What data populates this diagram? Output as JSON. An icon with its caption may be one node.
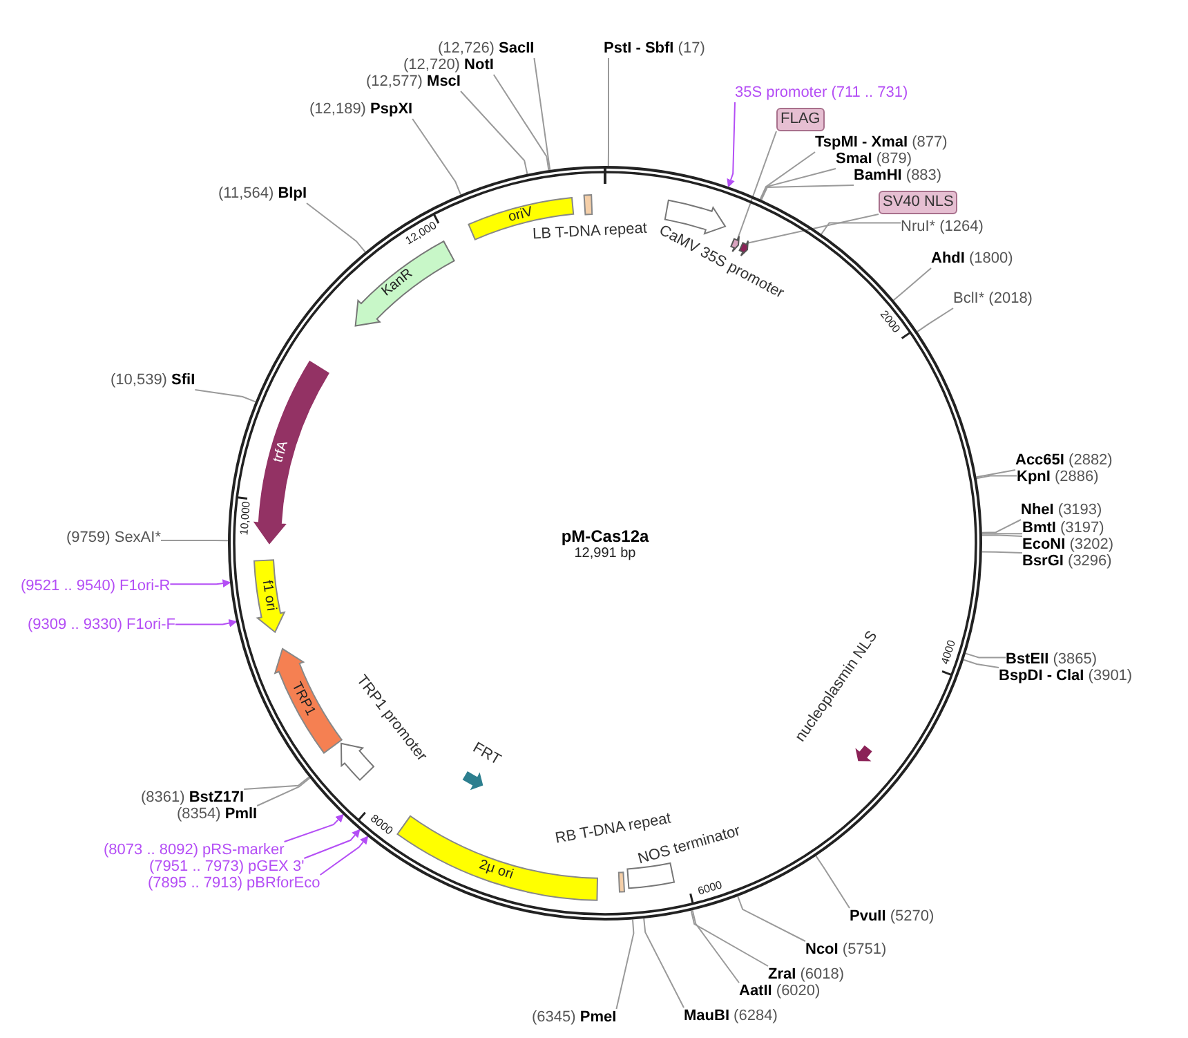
{
  "diagram": {
    "nodes": [
      {
        "text": [
          "pM-Cas12a",
          "12,991 bp"
        ]
      },
      {
        "text": [
          "oriV"
        ],
        "in": 0
      },
      {
        "text": [
          "LB T-DNA repeat"
        ],
        "in": 0
      },
      {
        "text": [
          "CaMV 35S promoter"
        ],
        "in": 0
      },
      {
        "text": [],
        "shape": "arrow",
        "in": 0
      },
      {
        "text": [],
        "shape": "arrow",
        "in": 0
      },
      {
        "text": [
          "KanR"
        ],
        "in": 0
      },
      {
        "text": [
          "trfA"
        ],
        "in": 0
      },
      {
        "text": [
          "f1 ori"
        ],
        "in": 0
      },
      {
        "text": [
          "TRP1"
        ],
        "in": 0
      },
      {
        "text": [
          "TRP1 promoter"
        ],
        "in": 0
      },
      {
        "text": [
          "FRT"
        ],
        "in": 0
      },
      {
        "text": [
          "2μ ori"
        ],
        "in": 0
      },
      {
        "text": [
          "RB T-DNA repeat"
        ],
        "in": 0
      },
      {
        "text": [
          "NOS terminator"
        ],
        "in": 0
      },
      {
        "text": [
          "nucleoplasmin NLS"
        ],
        "in": 0
      },
      {
        "text": [
          "FLAG"
        ]
      },
      {
        "text": [
          "SV40 NLS"
        ]
      },
      {
        "text": [
          "(12,726) **SacII**"
        ]
      },
      {
        "text": [
          "(12,720) **NotI**"
        ]
      },
      {
        "text": [
          "(12,577) **MscI**"
        ]
      },
      {
        "text": [
          "(12,189) **PspXI**"
        ]
      },
      {
        "text": [
          "**PstI - SbfI** (17)"
        ]
      },
      {
        "text": [
          "35S promoter (711 .. 731)"
        ]
      },
      {
        "text": [
          "**TspMI - XmaI** (877)"
        ]
      },
      {
        "text": [
          "**SmaI** (879)"
        ]
      },
      {
        "text": [
          "**BamHI** (883)"
        ]
      },
      {
        "text": [
          "NruI* (1264)"
        ]
      },
      {
        "text": [
          "**AhdI** (1800)"
        ]
      },
      {
        "text": [
          "BclI* (2018)"
        ]
      },
      {
        "text": [
          "(11,564) **BlpI**"
        ]
      },
      {
        "text": [
          "(10,539) **SfiI**"
        ]
      },
      {
        "text": [
          "**Acc65I** (2882)"
        ]
      },
      {
        "text": [
          "**KpnI** (2886)"
        ]
      },
      {
        "text": [
          "**NheI** (3193)"
        ]
      },
      {
        "text": [
          "**BmtI** (3197)"
        ]
      },
      {
        "text": [
          "**EcoNI** (3202)"
        ]
      },
      {
        "text": [
          "**BsrGI** (3296)"
        ]
      },
      {
        "text": [
          "(9759) SexAI*"
        ]
      },
      {
        "text": [
          "(9521 .. 9540) F1ori-R"
        ]
      },
      {
        "text": [
          "(9309 .. 9330) F1ori-F"
        ]
      },
      {
        "text": [
          "**BstEII** (3865)"
        ]
      },
      {
        "text": [
          "**BspDI - ClaI** (3901)"
        ]
      },
      {
        "text": [
          "(8361) **BstZ17I**"
        ]
      },
      {
        "text": [
          "(8354) **PmlI**"
        ]
      },
      {
        "text": [
          "(8073 .. 8092) pRS-marker"
        ]
      },
      {
        "text": [
          "(7951 .. 7973) pGEX 3'"
        ]
      },
      {
        "text": [
          "(7895 .. 7913) pBRforEco"
        ]
      },
      {
        "text": [
          "**PvuII** (5270)"
        ]
      },
      {
        "text": [
          "**NcoI** (5751)"
        ]
      },
      {
        "text": [
          "**ZraI** (6018)"
        ]
      },
      {
        "text": [
          "**AatII** (6020)"
        ]
      },
      {
        "text": [
          "(6345) **PmeI**"
        ]
      },
      {
        "text": [
          "**MauBI** (6284)"
        ]
      }
    ],
    "edges": [
      {
        "from": 16,
        "to": 4,
        "arrow": "none"
      },
      {
        "from": 17,
        "to": 5,
        "arrow": "none"
      },
      {
        "from": 18,
        "to": 0,
        "arrow": "none"
      },
      {
        "from": 19,
        "to": 0,
        "arrow": "none"
      },
      {
        "from": 20,
        "to": 0,
        "arrow": "none"
      },
      {
        "from": 21,
        "to": 0,
        "arrow": "none"
      },
      {
        "from": 22,
        "to": 0,
        "arrow": "none"
      },
      {
        "from": 23,
        "to": 0,
        "arrow": "to",
        "color": "#b44ef5"
      },
      {
        "from": 24,
        "to": 0,
        "arrow": "none"
      },
      {
        "from": 25,
        "to": 0,
        "arrow": "none"
      },
      {
        "from": 26,
        "to": 0,
        "arrow": "none"
      },
      {
        "from": 27,
        "to": 0,
        "arrow": "none"
      },
      {
        "from": 28,
        "to": 0,
        "arrow": "none"
      },
      {
        "from": 29,
        "to": 0,
        "arrow": "none"
      },
      {
        "from": 30,
        "to": 0,
        "arrow": "none"
      },
      {
        "from": 31,
        "to": 0,
        "arrow": "none"
      },
      {
        "from": 32,
        "to": 0,
        "arrow": "none"
      },
      {
        "from": 33,
        "to": 0,
        "arrow": "none"
      },
      {
        "from": 34,
        "to": 0,
        "arrow": "none"
      },
      {
        "from": 35,
        "to": 0,
        "arrow": "none"
      },
      {
        "from": 36,
        "to": 0,
        "arrow": "none"
      },
      {
        "from": 37,
        "to": 0,
        "arrow": "none"
      },
      {
        "from": 38,
        "to": 0,
        "arrow": "none"
      },
      {
        "from": 39,
        "to": 0,
        "arrow": "to",
        "color": "#b44ef5"
      },
      {
        "from": 40,
        "to": 0,
        "arrow": "to",
        "color": "#b44ef5"
      },
      {
        "from": 41,
        "to": 0,
        "arrow": "none"
      },
      {
        "from": 42,
        "to": 0,
        "arrow": "none"
      },
      {
        "from": 43,
        "to": 0,
        "arrow": "none"
      },
      {
        "from": 44,
        "to": 0,
        "arrow": "none"
      },
      {
        "from": 45,
        "to": 0,
        "arrow": "to",
        "color": "#b44ef5"
      },
      {
        "from": 46,
        "to": 0,
        "arrow": "to",
        "color": "#b44ef5"
      },
      {
        "from": 47,
        "to": 0,
        "arrow": "to",
        "color": "#b44ef5"
      },
      {
        "from": 48,
        "to": 0,
        "arrow": "none"
      },
      {
        "from": 49,
        "to": 0,
        "arrow": "none"
      },
      {
        "from": 50,
        "to": 0,
        "arrow": "none"
      },
      {
        "from": 51,
        "to": 0,
        "arrow": "none"
      },
      {
        "from": 52,
        "to": 0,
        "arrow": "none"
      },
      {
        "from": 53,
        "to": 0,
        "arrow": "none"
      }
    ],
    "labels": [
      "12,000",
      "2000",
      "10,000",
      "4000",
      "8000",
      "6000"
    ]
  }
}
